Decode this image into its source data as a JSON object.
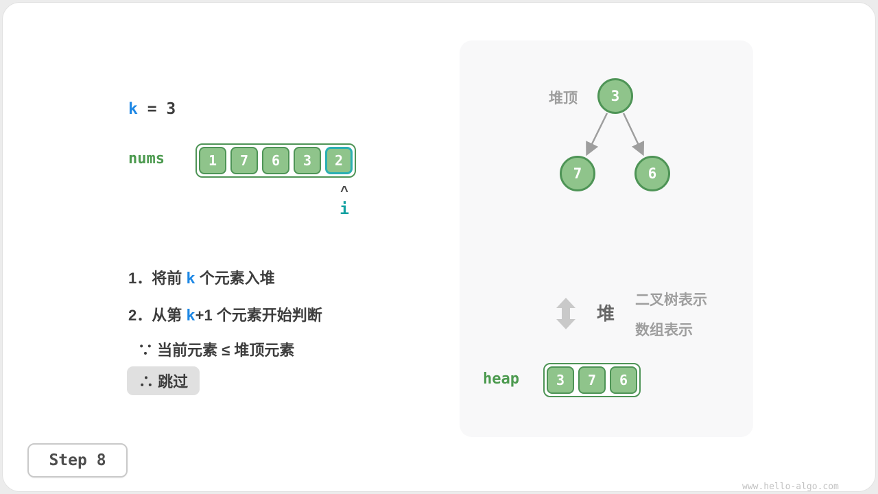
{
  "page": {
    "step_label": "Step 8",
    "watermark": "www.hello-algo.com"
  },
  "left": {
    "k_line": {
      "k": "k",
      "rest": " = 3"
    },
    "nums": {
      "label": "nums",
      "values": [
        "1",
        "7",
        "6",
        "3",
        "2"
      ],
      "highlight_index": 4
    },
    "pointer": {
      "caret": "^",
      "label": "i"
    },
    "steps": [
      {
        "pre": "1．将前 ",
        "k": "k",
        "post": " 个元素入堆"
      },
      {
        "pre": "2．从第 ",
        "k": "k",
        "post": "+1 个元素开始判断"
      }
    ],
    "because": "∵ 当前元素 ≤ 堆顶元素",
    "therefore": "∴ 跳过"
  },
  "panel": {
    "tree": {
      "root_label": "堆顶",
      "root_value": "3",
      "left_child_value": "7",
      "right_child_value": "6"
    },
    "legend": {
      "heap_word": "堆",
      "line1": "二叉树表示",
      "line2": "数组表示"
    },
    "heap": {
      "label": "heap",
      "values": [
        "3",
        "7",
        "6"
      ]
    }
  },
  "colors": {
    "cell_fill": "#8fc48b",
    "cell_border": "#4e9456",
    "label_green": "#4c9a4f",
    "k_blue": "#1e88e5",
    "pointer_teal": "#13a1a1",
    "gray_label": "#9e9e9e",
    "highlight_teal": "#2bb0b2"
  }
}
